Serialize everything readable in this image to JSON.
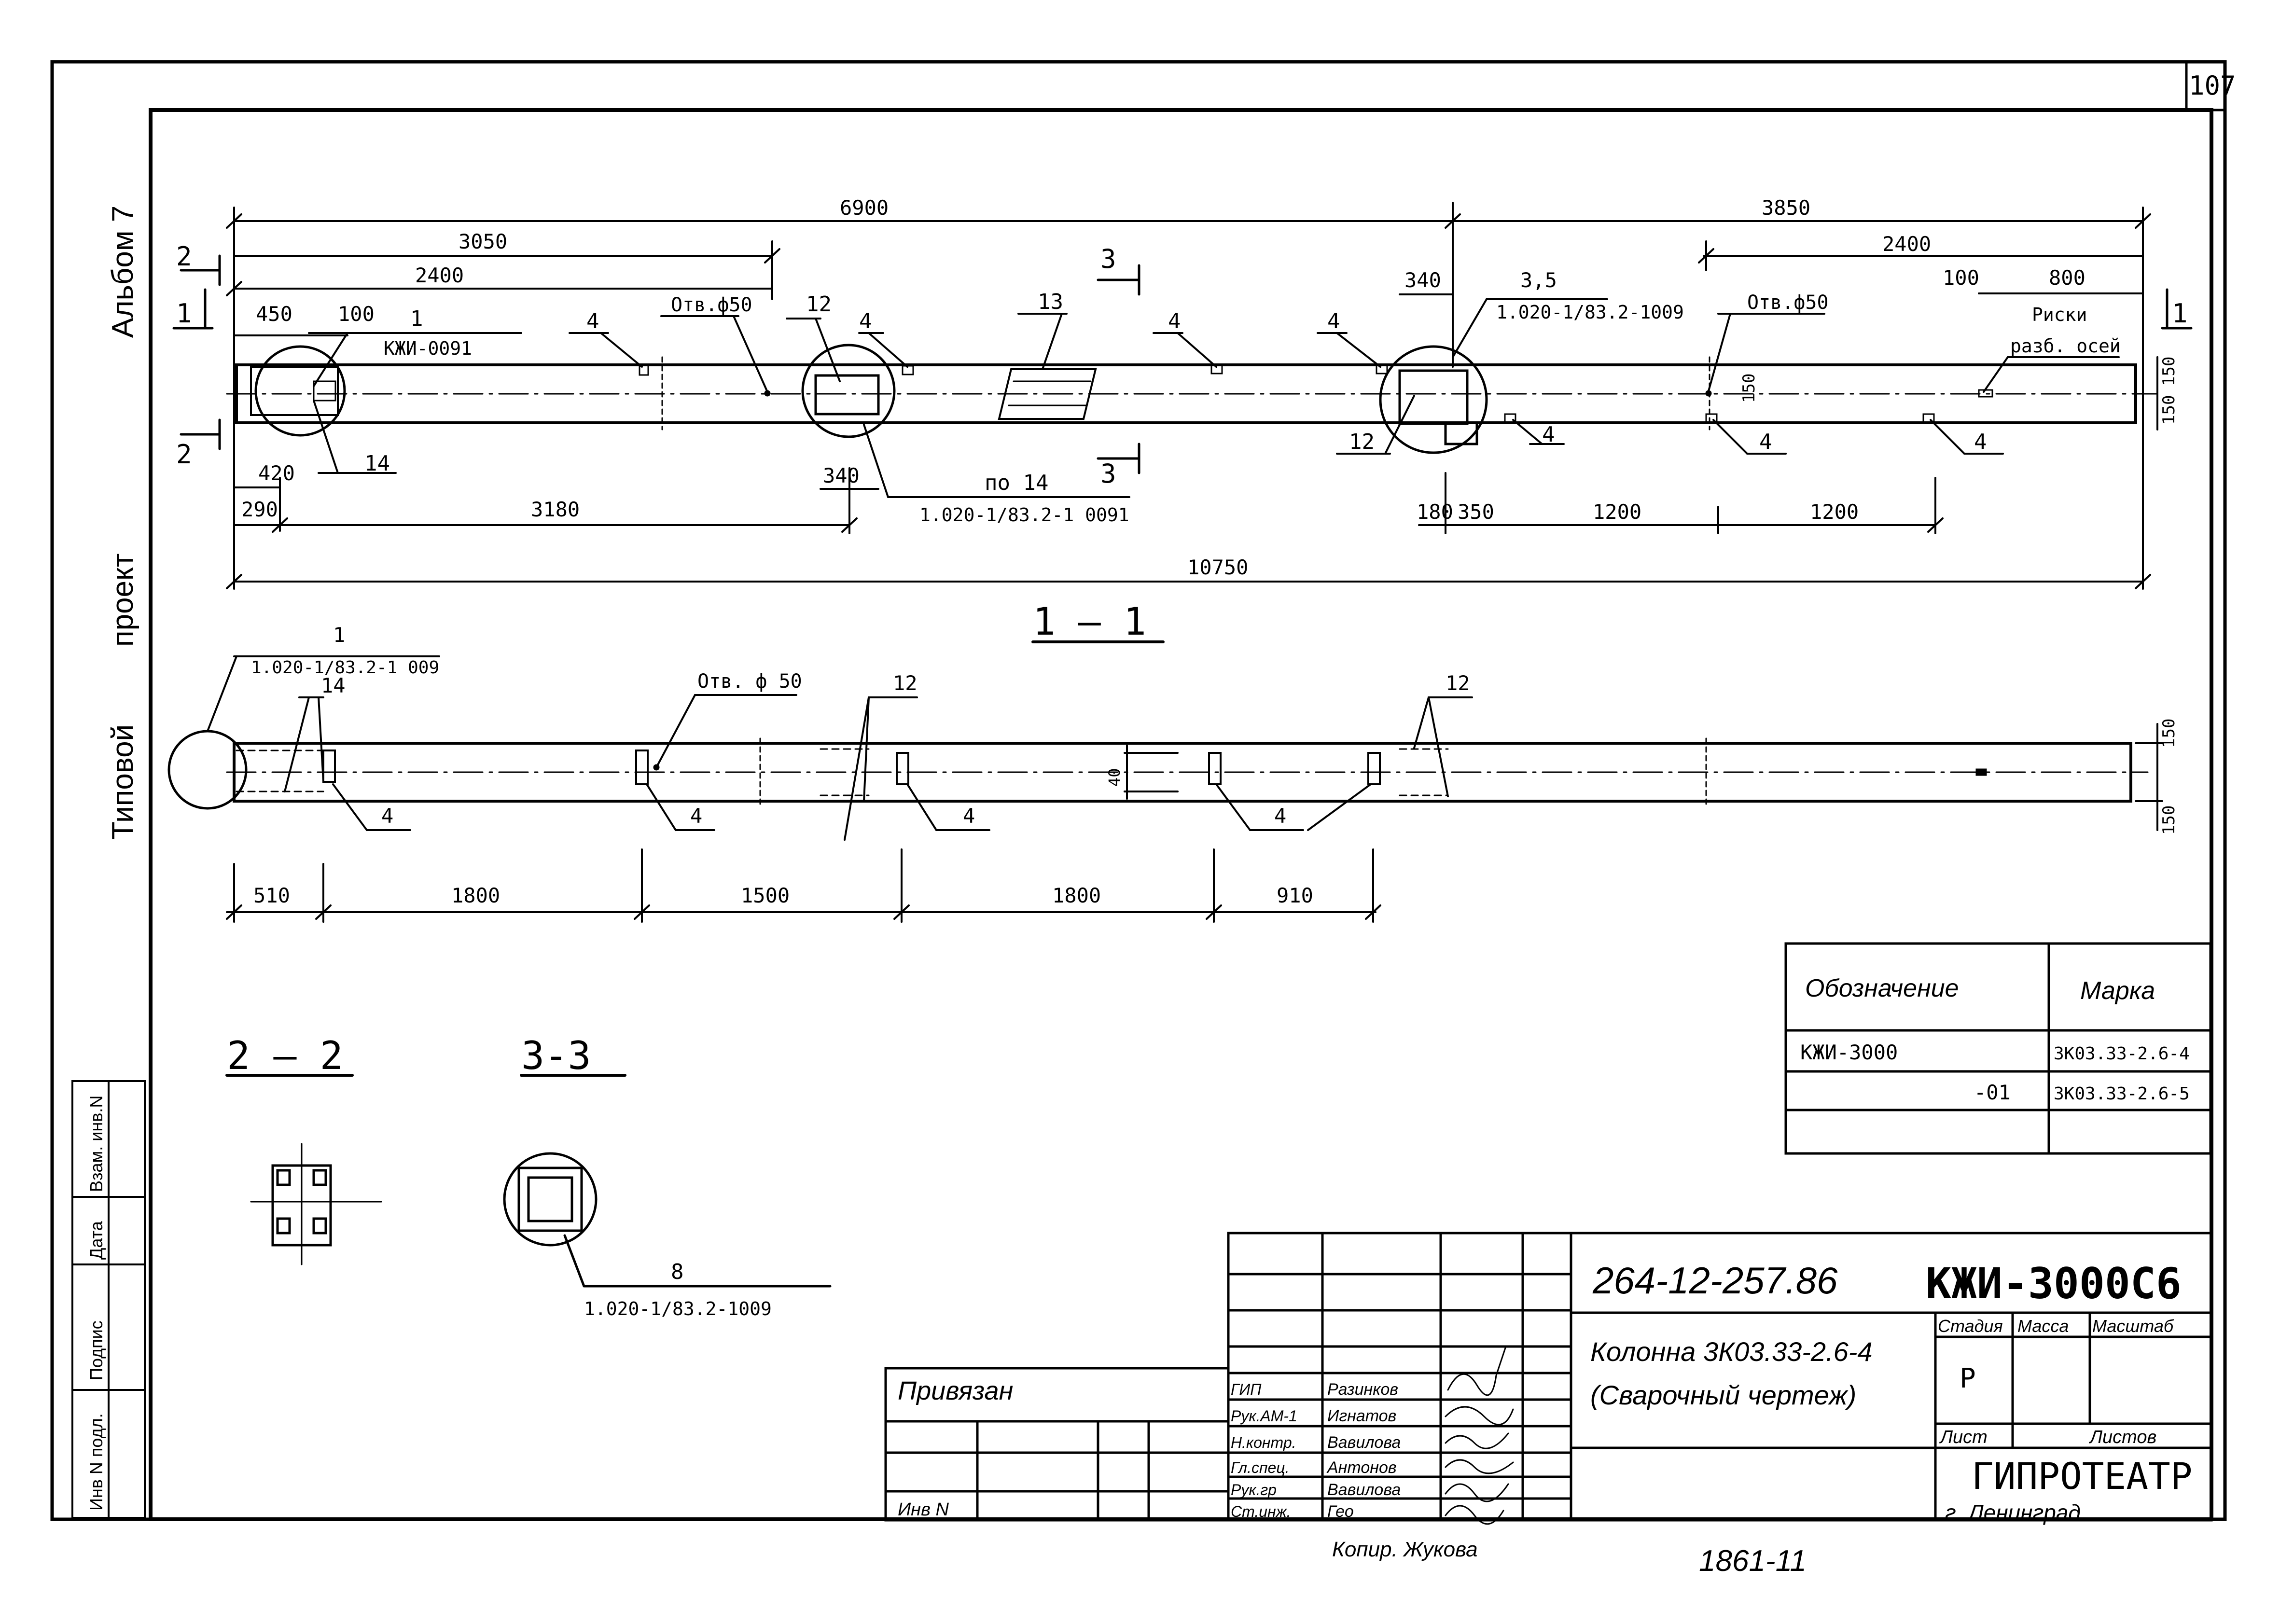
{
  "sheet_number": "107",
  "side_labels": {
    "album": "Альбом 7",
    "project": "проект",
    "type": "Типовой"
  },
  "stamp_labels": [
    "Инв N подл.",
    "Подпис",
    "Дата",
    "Взам. инв.N"
  ],
  "plan_dims": {
    "d6900": "6900",
    "d3850": "3850",
    "d3050": "3050",
    "d2400a": "2400",
    "d2400b": "2400",
    "d340a": "340",
    "d3_5": "3,5",
    "d100a": "100",
    "d800": "800",
    "d450": "450",
    "d100b": "100",
    "d420": "420",
    "d290": "290",
    "d3180": "3180",
    "d340b": "340",
    "d180": "180",
    "d350": "350",
    "d1200a": "1200",
    "d1200b": "1200",
    "d10750": "10750",
    "d150a": "150",
    "d150b": "150",
    "d150c": "150"
  },
  "plan_labels": {
    "m1": "1",
    "kzhi0091": "КЖИ-0091",
    "m4a": "4",
    "hole1": "Отв.ф50",
    "m12a": "12",
    "m4b": "4",
    "m13": "13",
    "m4c": "4",
    "m4d": "4",
    "ref1009": "1.020-1/83.2-1009",
    "hole2": "Отв.ф50",
    "riski": "Риски",
    "razb": "разб. осей",
    "m14a": "14",
    "pom14": "по 14",
    "ref10091": "1.020-1/83.2-1 0091",
    "m12b": "12",
    "m4e": "4",
    "m4f": "4",
    "m4g": "4"
  },
  "section_marks": {
    "s2": "2",
    "s1": "1",
    "s3": "3"
  },
  "section11": {
    "title": "1 — 1",
    "m1": "1",
    "ref1009": "1.020-1/83.2-1 009",
    "m14": "14",
    "hole": "Отв. ф 50",
    "m12a": "12",
    "m12b": "12",
    "m4a": "4",
    "m4b": "4",
    "m4c": "4",
    "m4d": "4",
    "d40": "40",
    "d150a": "150",
    "d150b": "150",
    "dims": [
      "510",
      "1800",
      "1500",
      "1800",
      "910"
    ]
  },
  "section22": {
    "title": "2 — 2"
  },
  "section33": {
    "title": "3-3",
    "m8": "8",
    "ref": "1.020-1/83.2-1009"
  },
  "spec_table": {
    "headers": [
      "Обозначение",
      "Марка"
    ],
    "rows": [
      [
        "КЖИ-3000",
        "3К03.33-2.6-4"
      ],
      [
        "-01",
        "3К03.33-2.6-5"
      ],
      [
        "",
        ""
      ]
    ]
  },
  "title_block": {
    "doc_code": "264-12-257.86",
    "mark": "КЖИ-3000С6",
    "name_line1": "Колонна 3К03.33-2.6-4",
    "name_line2": "(Сварочный чертеж)",
    "stage_h": "Стадия",
    "mass_h": "Масса",
    "scale_h": "Масштаб",
    "stage": "Р",
    "sheet_h": "Лист",
    "sheets_h": "Листов",
    "org": "ГИПРОТЕАТР",
    "city": "г. Ленинград",
    "privyazan": "Привязан",
    "inv": "Инв N",
    "staff": [
      [
        "ГИП",
        "Разинков"
      ],
      [
        "Рук.АМ-1",
        "Игнатов"
      ],
      [
        "Н.контр.",
        "Вавилова"
      ],
      [
        "Гл.спец.",
        "Антонов"
      ],
      [
        "Рук.гр",
        "Вавилова"
      ],
      [
        "Ст.инж.",
        "Гео"
      ]
    ]
  },
  "footer": {
    "copied": "Копир. Жукова",
    "order": "1861-11"
  }
}
